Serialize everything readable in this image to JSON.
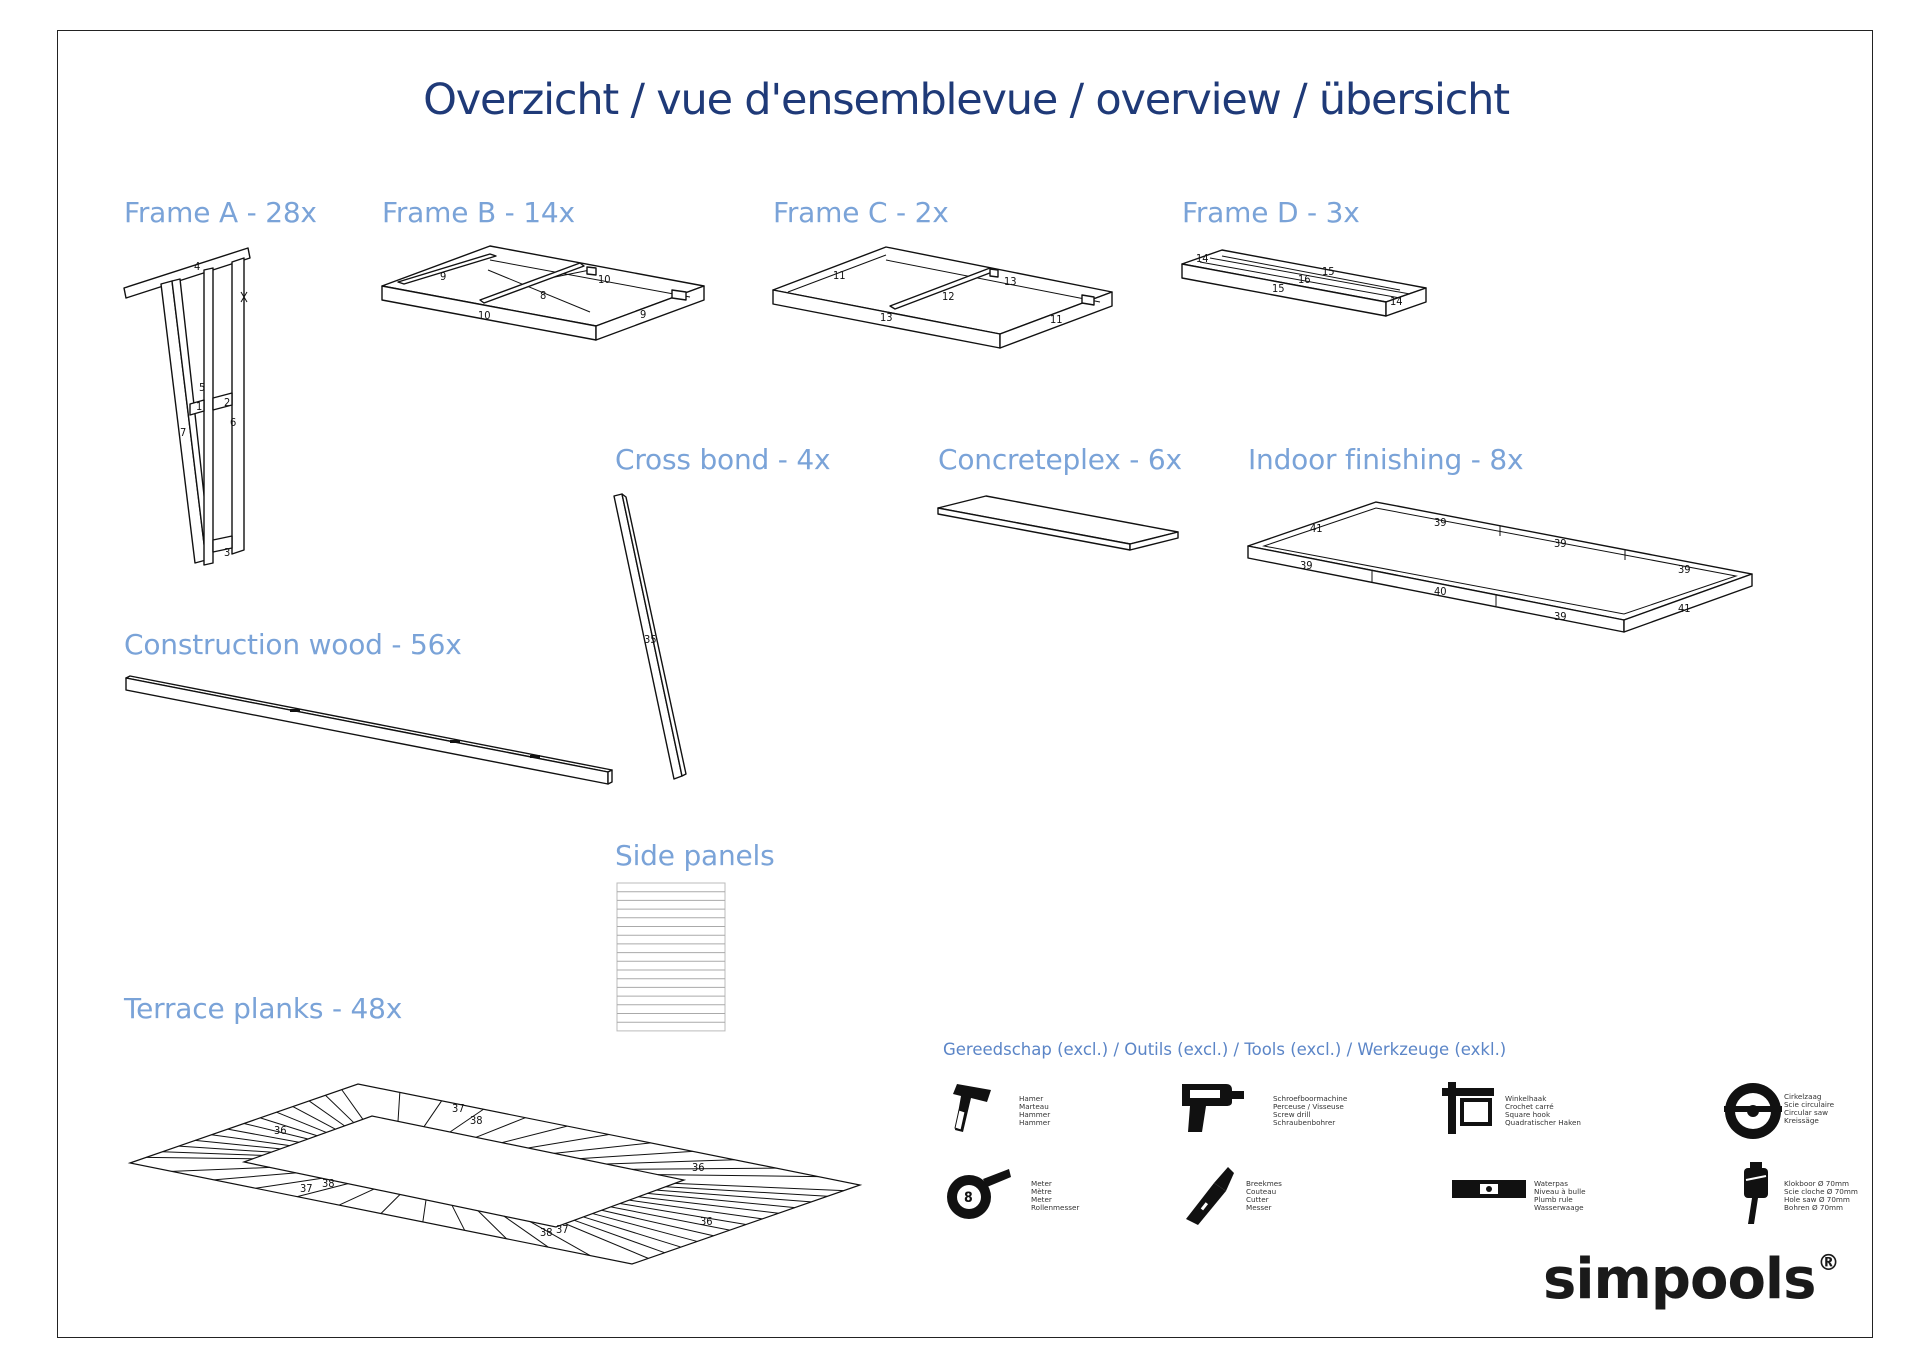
{
  "title": "Overzicht / vue d'ensemblevue / overview / übersicht",
  "parts": {
    "frame_a": "Frame A - 28x",
    "frame_b": "Frame B - 14x",
    "frame_c": "Frame C - 2x",
    "frame_d": "Frame D - 3x",
    "cross_bond": "Cross bond - 4x",
    "concreteplex": "Concreteplex - 6x",
    "indoor_finishing": "Indoor finishing - 8x",
    "construction_wood": "Construction wood - 56x",
    "side_panels": "Side panels",
    "terrace_planks": "Terrace planks - 48x"
  },
  "part_numbers": {
    "frame_a": [
      "4",
      "5",
      "1",
      "2",
      "6",
      "7",
      "3"
    ],
    "frame_b": [
      "9",
      "10",
      "8",
      "10",
      "9"
    ],
    "frame_c": [
      "11",
      "13",
      "12",
      "13",
      "11"
    ],
    "frame_d": [
      "14",
      "15",
      "16",
      "15",
      "14"
    ],
    "cross_bond": [
      "35"
    ],
    "indoor_finishing": [
      "41",
      "39",
      "39",
      "39",
      "39",
      "40",
      "39",
      "41"
    ],
    "terrace_planks": [
      "36",
      "37",
      "38",
      "36"
    ]
  },
  "tools": {
    "title": "Gereedschap (excl.) / Outils (excl.) /  Tools (excl.) / Werkzeuge (exkl.)",
    "items": [
      {
        "icon": "hammer-icon",
        "names": [
          "Hamer",
          "Marteau",
          "Hammer",
          "Hammer"
        ]
      },
      {
        "icon": "drill-icon",
        "names": [
          "Schroefboormachine",
          "Perceuse / Visseuse",
          "Screw drill",
          "Schraubenbohrer"
        ]
      },
      {
        "icon": "square-icon",
        "names": [
          "Winkelhaak",
          "Crochet carré",
          "Square hook",
          "Quadratischer Haken"
        ]
      },
      {
        "icon": "circular-saw-icon",
        "names": [
          "Cirkelzaag",
          "Scie circulaire",
          "Circular saw",
          "Kreissäge"
        ]
      },
      {
        "icon": "tape-measure-icon",
        "names": [
          "Meter",
          "Mètre",
          "Meter",
          "Rollenmesser"
        ]
      },
      {
        "icon": "cutter-icon",
        "names": [
          "Breekmes",
          "Couteau",
          "Cutter",
          "Messer"
        ]
      },
      {
        "icon": "spirit-level-icon",
        "names": [
          "Waterpas",
          "Niveau à bulle",
          "Plumb rule",
          "Wasserwaage"
        ]
      },
      {
        "icon": "hole-saw-icon",
        "names": [
          "Klokboor Ø 70mm",
          "Scie cloche Ø 70mm",
          "Hole saw Ø 70mm",
          "Bohren Ø 70mm"
        ]
      }
    ]
  },
  "brand": "simpools",
  "brand_mark": "®",
  "colors": {
    "title": "#1f3a78",
    "labels": "#7aa3d8",
    "tools_title": "#5b85c7"
  }
}
